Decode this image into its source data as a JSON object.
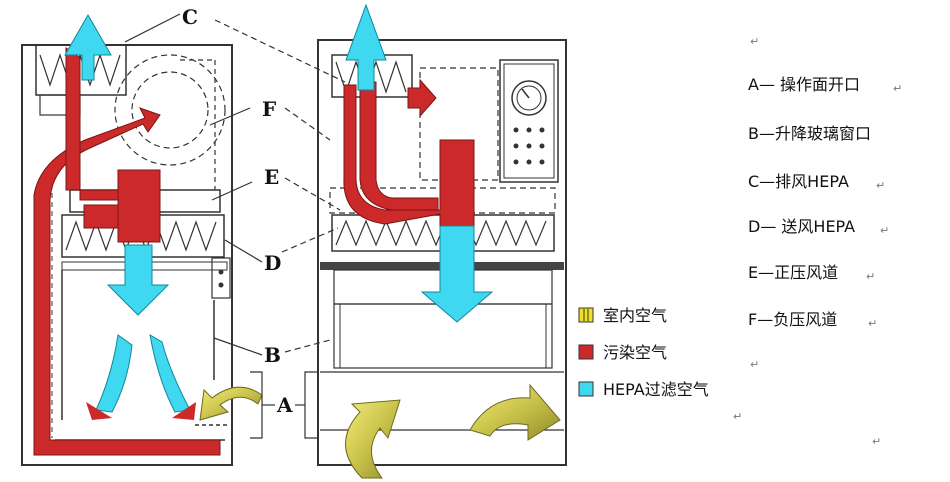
{
  "labels": {
    "a": "A",
    "b": "B",
    "c": "C",
    "d": "D",
    "e": "E",
    "f": "F"
  },
  "legend": [
    {
      "text": "室内空气",
      "color": "#f0e020",
      "icon": "yellow-square-icon"
    },
    {
      "text": "污染空气",
      "color": "#cc2a2a",
      "icon": "red-square-icon"
    },
    {
      "text": "HEPA过滤空气",
      "color": "#3fd8f0",
      "icon": "cyan-square-icon"
    }
  ],
  "key": [
    {
      "text": "A— 操作面开口",
      "mark": "↵"
    },
    {
      "text": "B—升降玻璃窗口",
      "mark": ""
    },
    {
      "text": "C—排风HEPA",
      "mark": "↵"
    },
    {
      "text": "D— 送风HEPA",
      "mark": "↵"
    },
    {
      "text": "E—正压风道",
      "mark": "↵"
    },
    {
      "text": "F—负压风道",
      "mark": "↵"
    }
  ],
  "paragraph_marks": [
    "↵",
    "↵",
    "↵",
    "↵",
    "↵"
  ],
  "colors": {
    "room_air": "#e8e040",
    "contaminated": "#cc2a2a",
    "filtered": "#3fd8f0",
    "outline": "#333333"
  }
}
